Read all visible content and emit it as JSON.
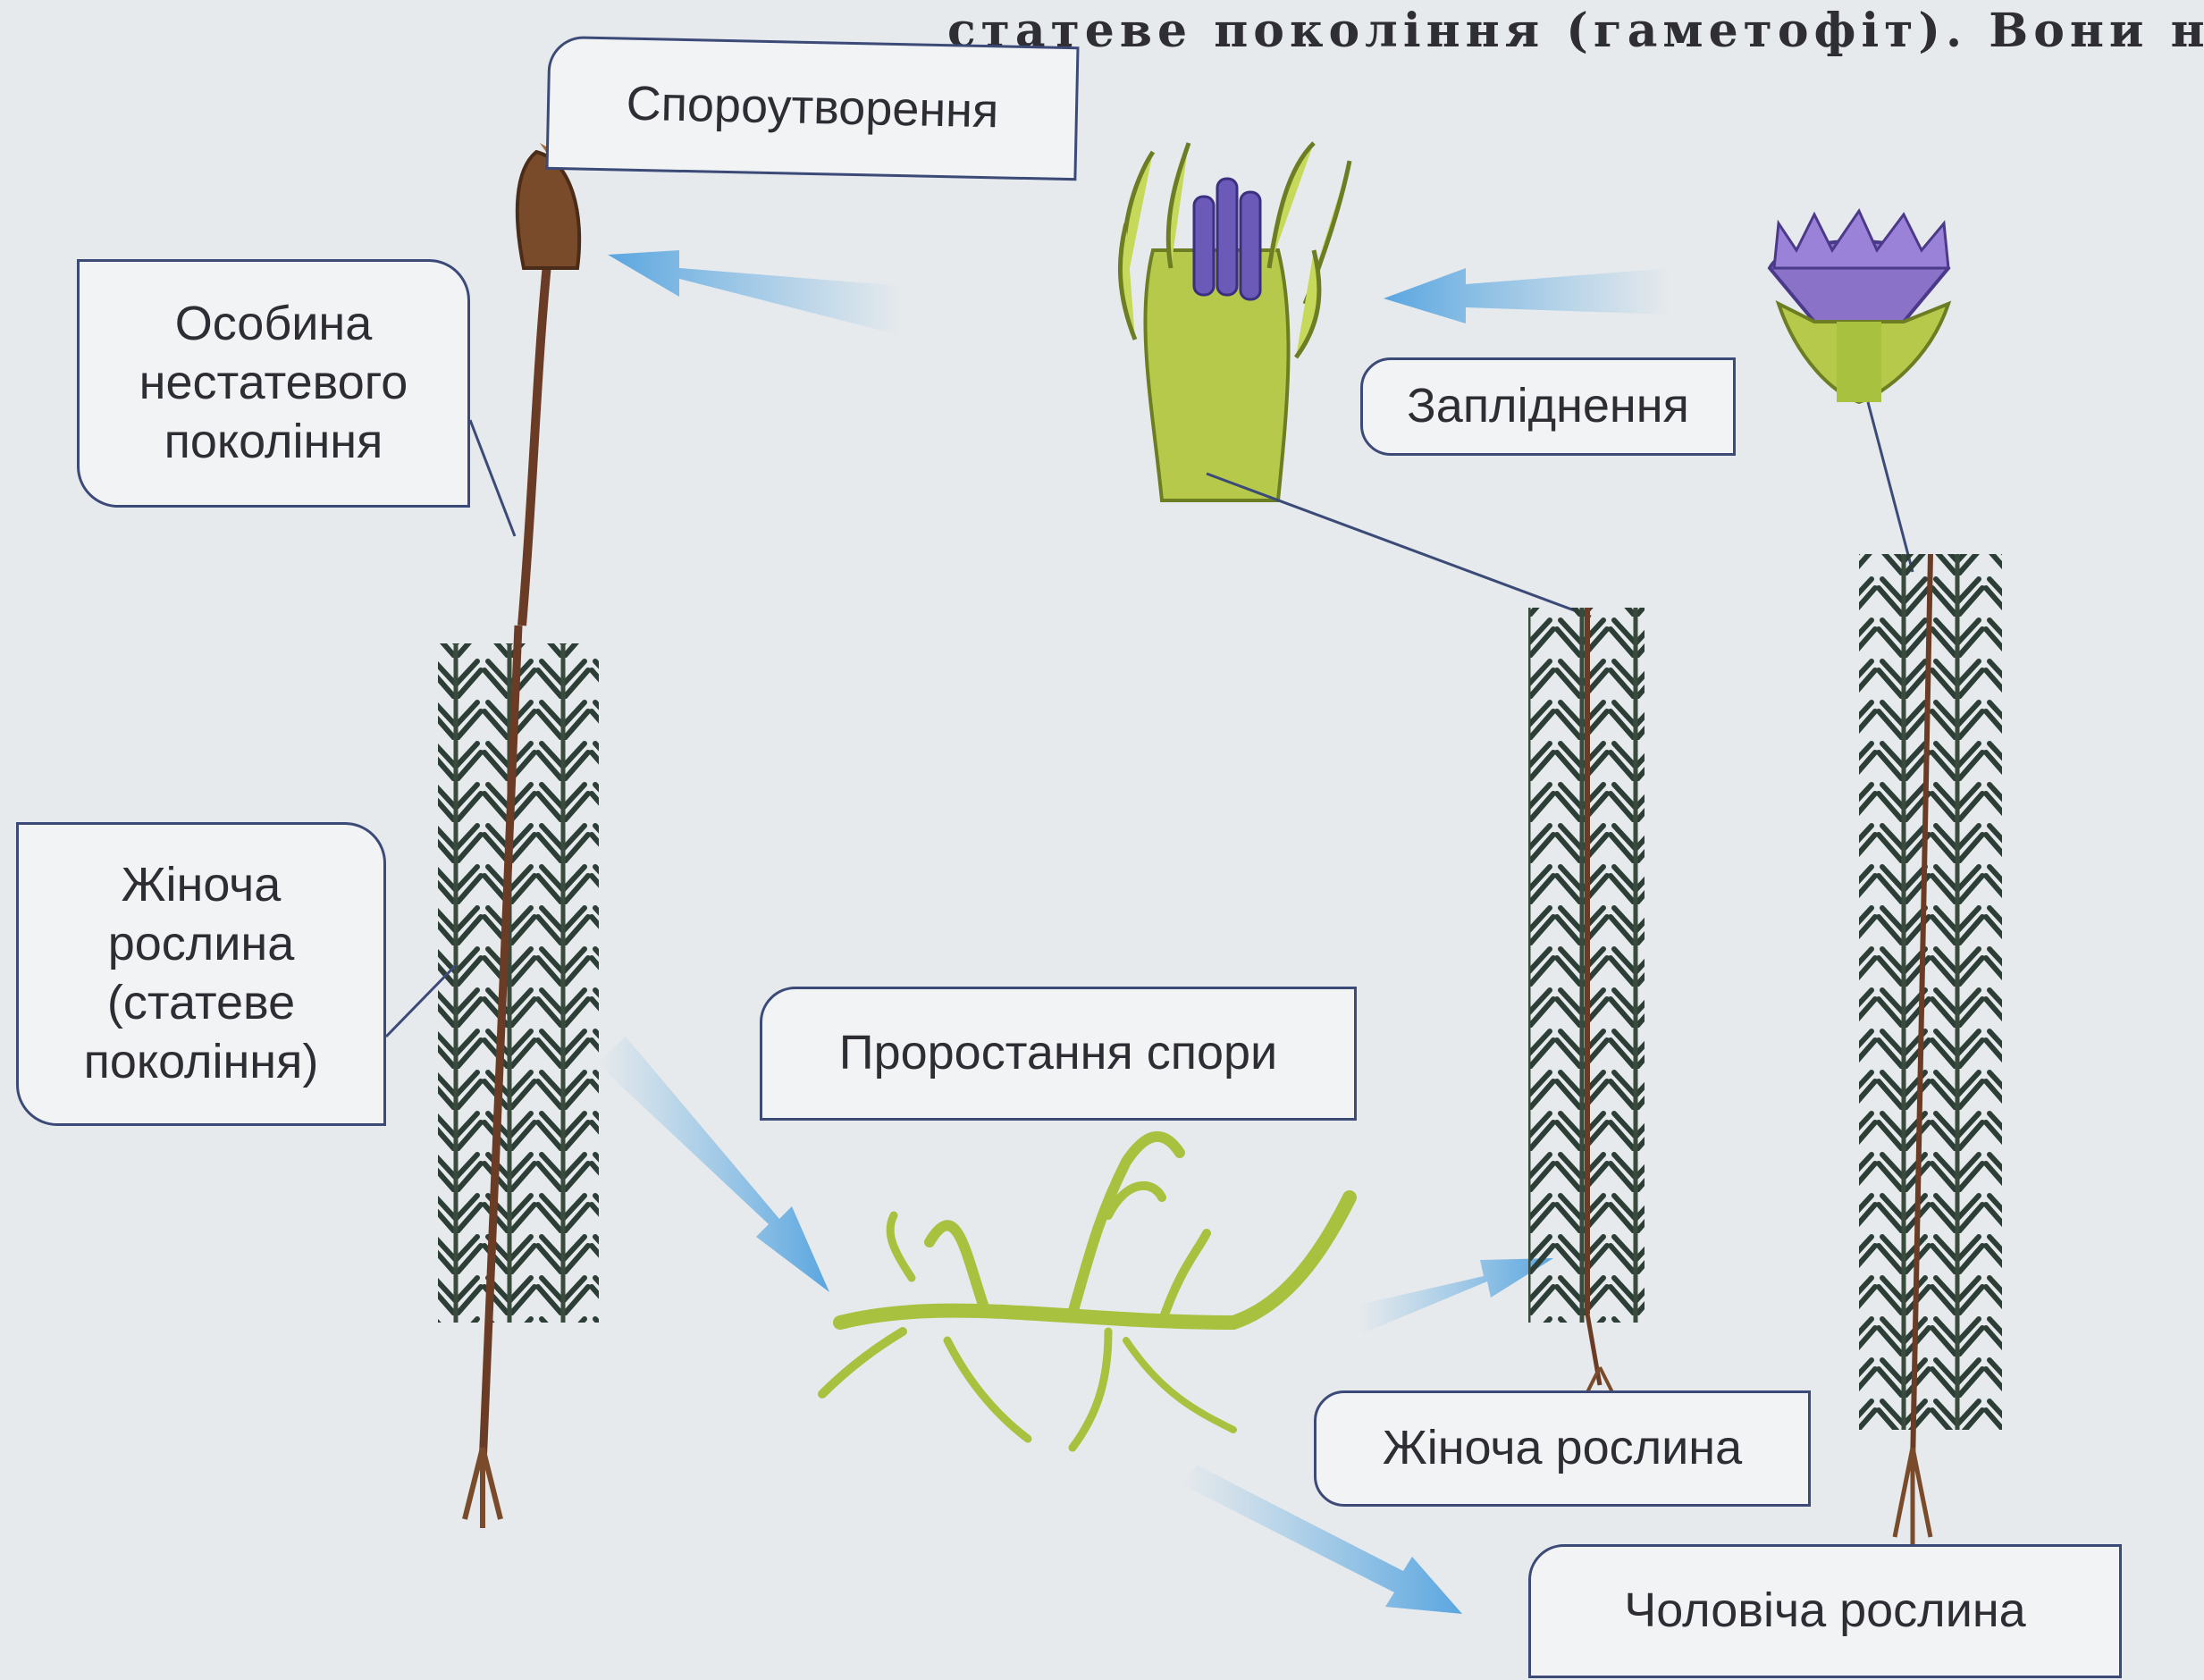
{
  "header": {
    "text": "статеве покоління (гаметофіт). Вони не"
  },
  "labels": {
    "sporoutvorennia": "Спороутворення",
    "osobyna": "Особина\nнестатевого\nпокоління",
    "zhinocha_roslyna_stateve": "Жіноча\nрослина\n(статеве\nпокоління)",
    "zaplidnennia": "Запліднення",
    "prorostannia_spory": "Проростання спори",
    "zhinocha_roslyna": "Жіноча рослина",
    "cholovicha_roslyna": "Чоловіча рослина"
  },
  "colors": {
    "moss_dark": "#2c3e36",
    "moss_stem": "#6a3c26",
    "capsule": "#7a4b2a",
    "protonema": "#a8c240",
    "arrow": "#6ab2e4",
    "label_border": "#3c4a78",
    "male_flower": "#8a72c8"
  }
}
